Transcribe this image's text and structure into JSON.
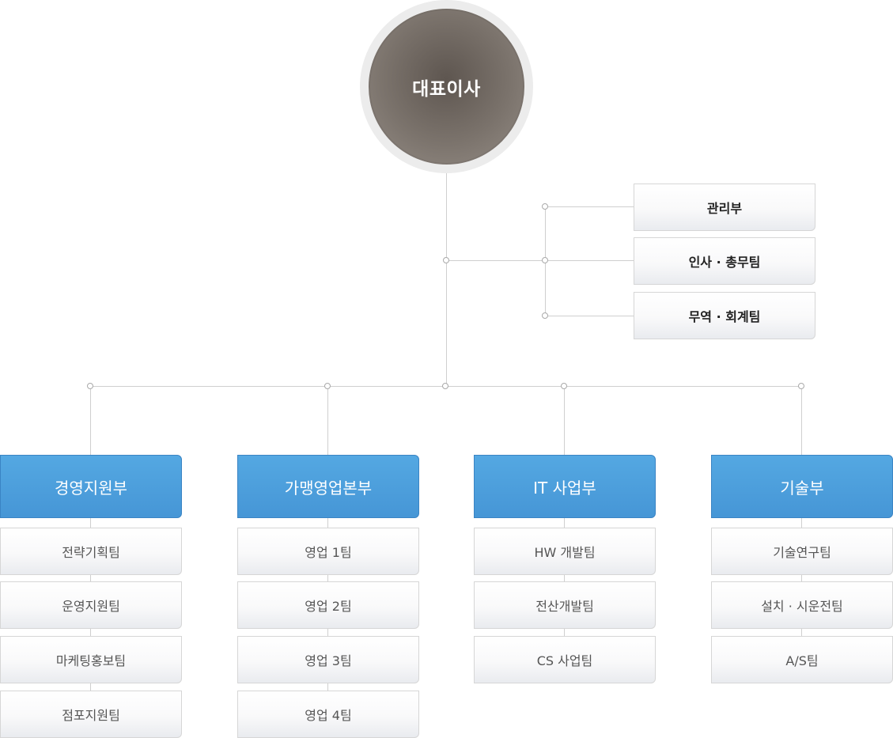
{
  "ceo": {
    "label": "대표이사"
  },
  "staff": [
    {
      "label": "관리부"
    },
    {
      "label": "인사 · 총무팀"
    },
    {
      "label": "무역 · 회계팀"
    }
  ],
  "divisions": [
    {
      "label": "경영지원부",
      "teams": [
        "전략기획팀",
        "운영지원팀",
        "마케팅홍보팀",
        "점포지원팀"
      ]
    },
    {
      "label": "가맹영업본부",
      "teams": [
        "영업 1팀",
        "영업 2팀",
        "영업 3팀",
        "영업 4팀"
      ]
    },
    {
      "label": "IT 사업부",
      "teams": [
        "HW 개발팀",
        "전산개발팀",
        "CS 사업팀"
      ]
    },
    {
      "label": "기술부",
      "teams": [
        "기술연구팀",
        "설치 · 시운전팀",
        "A/S팀"
      ]
    }
  ],
  "colors": {
    "division_blue": "#4a9cdc",
    "ceo_gray": "#7b736c",
    "line": "#cfcfcf"
  }
}
